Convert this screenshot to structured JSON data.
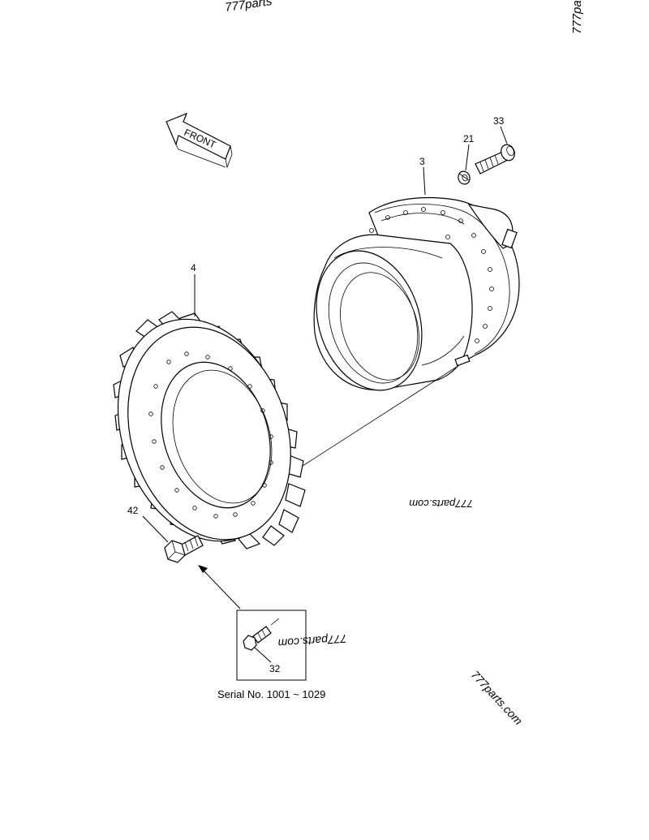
{
  "diagram": {
    "front_label": "FRONT",
    "callouts": {
      "part_3": "3",
      "part_4": "4",
      "part_21": "21",
      "part_32": "32",
      "part_33": "33",
      "part_42": "42"
    },
    "inset_caption": "Serial No. 1001 ~ 1029"
  },
  "watermarks": [
    "777parts",
    "777pa",
    "777parts.com",
    "777parts.com",
    "777parts.com"
  ],
  "icons": [
    "front-arrow-icon",
    "travel-motor-icon",
    "sprocket-icon",
    "bolt-icon",
    "washer-icon"
  ]
}
